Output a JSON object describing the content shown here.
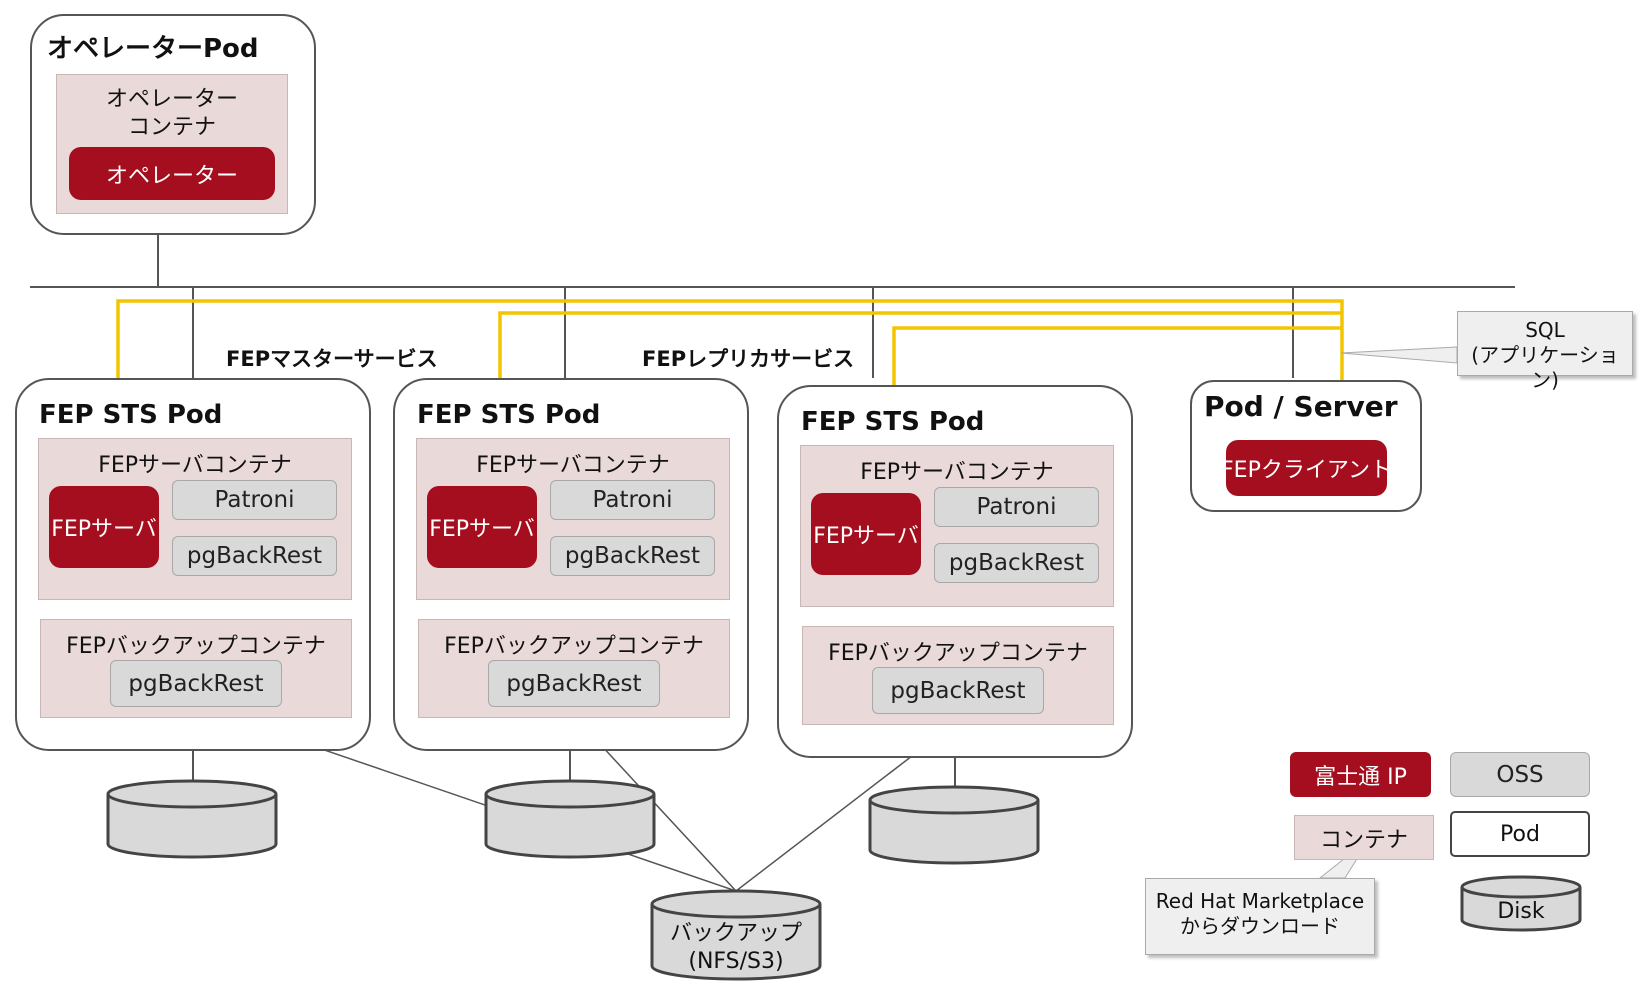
{
  "operator_pod": {
    "title": "オペレーターPod",
    "container_line1": "オペレーター",
    "container_line2": "コンテナ",
    "operator_label": "オペレーター"
  },
  "services": {
    "master": "FEPマスターサービス",
    "replica": "FEPレプリカサービス"
  },
  "sts_pods": [
    {
      "title": "FEP STS Pod",
      "server_container": "FEPサーバコンテナ",
      "server": "FEPサーバ",
      "patroni": "Patroni",
      "pgbackrest": "pgBackRest",
      "backup_container": "FEPバックアップコンテナ",
      "backup_pgbackrest": "pgBackRest"
    },
    {
      "title": "FEP STS Pod",
      "server_container": "FEPサーバコンテナ",
      "server": "FEPサーバ",
      "patroni": "Patroni",
      "pgbackrest": "pgBackRest",
      "backup_container": "FEPバックアップコンテナ",
      "backup_pgbackrest": "pgBackRest"
    },
    {
      "title": "FEP STS Pod",
      "server_container": "FEPサーバコンテナ",
      "server": "FEPサーバ",
      "patroni": "Patroni",
      "pgbackrest": "pgBackRest",
      "backup_container": "FEPバックアップコンテナ",
      "backup_pgbackrest": "pgBackRest"
    }
  ],
  "client_pod": {
    "title": "Pod / Server",
    "client": "FEPクライアント"
  },
  "sql_callout": {
    "line1": "SQL",
    "line2": "(アプリケーション)"
  },
  "backup_disk": {
    "line1": "バックアップ",
    "line2": "(NFS/S3)"
  },
  "legend": {
    "fujitsu_ip": "富士通 IP",
    "oss": "OSS",
    "container": "コンテナ",
    "pod": "Pod",
    "disk": "Disk"
  },
  "marketplace_callout": {
    "line1": "Red Hat Marketplace",
    "line2": "からダウンロード"
  },
  "colors": {
    "fujitsu_red": "#a50e1e",
    "container_pink": "#ead9d9",
    "oss_gray": "#d9d9d9",
    "connector_yellow": "#f2c500",
    "line_gray": "#555555"
  }
}
